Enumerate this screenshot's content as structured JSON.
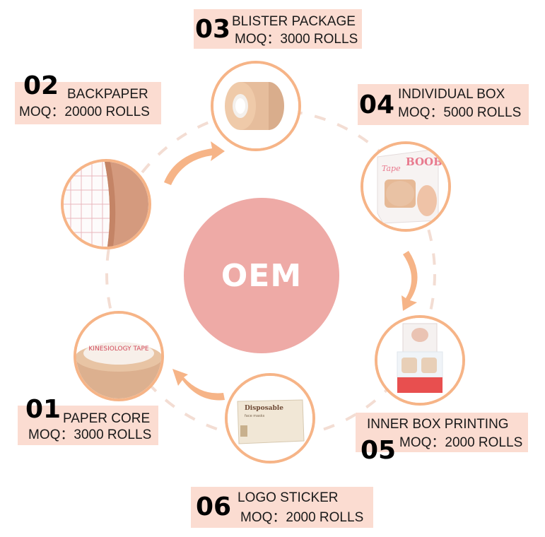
{
  "center": {
    "text": "OEM"
  },
  "steps": [
    {
      "num": "01",
      "title": "PAPER CORE",
      "moq": "MOQ：3000 ROLLS"
    },
    {
      "num": "02",
      "title": "BACKPAPER",
      "moq": "MOQ：20000 ROLLS"
    },
    {
      "num": "03",
      "title": "BLISTER PACKAGE",
      "moq": "MOQ：3000 ROLLS"
    },
    {
      "num": "04",
      "title": "INDIVIDUAL BOX",
      "moq": "MOQ：5000 ROLLS"
    },
    {
      "num": "05",
      "title": "INNER BOX PRINTING",
      "moq": "MOQ：2000 ROLLS"
    },
    {
      "num": "06",
      "title": "LOGO STICKER",
      "moq": "MOQ：2000 ROLLS"
    }
  ],
  "product_text": {
    "core_print": "KINESIOLOGY TAPE",
    "box_print_1": "BOOB",
    "box_print_2": "Tape",
    "sticker_print_1": "Disposable",
    "sticker_print_2": "face masks"
  },
  "colors": {
    "center": "#eeaaa6",
    "label_bg": "#fbdcd1",
    "ring_border": "#f6b487",
    "arrow": "#f6b487",
    "dash": "#f3ddd3"
  }
}
